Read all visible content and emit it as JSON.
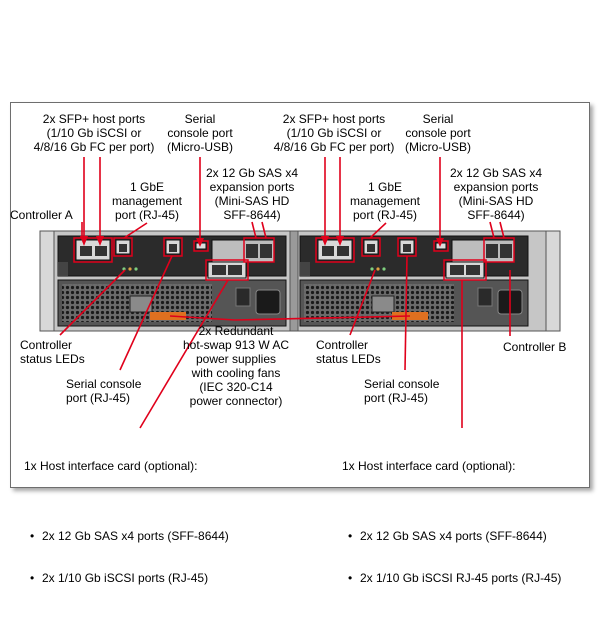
{
  "labels": {
    "sfp_ports": "2x SFP+ host ports\n(1/10 Gb iSCSI or\n4/8/16 Gb FC per port)",
    "serial_console_usb": "Serial\nconsole port\n(Micro-USB)",
    "mgmt_port": "1 GbE\nmanagement\nport (RJ-45)",
    "sas_expansion": "2x 12 Gb SAS x4\nexpansion ports\n(Mini-SAS HD\nSFF-8644)",
    "controller_a": "Controller A",
    "controller_b": "Controller B",
    "controller_status": "Controller\nstatus LEDs",
    "psu": "2x Redundant\nhot-swap 913 W AC\npower supplies\nwith cooling fans\n(IEC 320-C14\npower connector)",
    "serial_console_rj45": "Serial console\nport (RJ-45)",
    "hic_title": "1x Host interface card (optional):",
    "hic_items": [
      "2x 12 Gb SAS x4 ports (SFF-8644)"
    ],
    "hic_items_left_2": "2x 1/10 Gb iSCSI ports (RJ-45)",
    "hic_items_right_2": "2x 1/10 Gb iSCSI RJ-45 ports (RJ-45)"
  },
  "colors": {
    "callout": "#e0001b",
    "chassis": "#b9b9b9",
    "controller": "#2b2b2b",
    "frame": "#6e6e6e"
  }
}
